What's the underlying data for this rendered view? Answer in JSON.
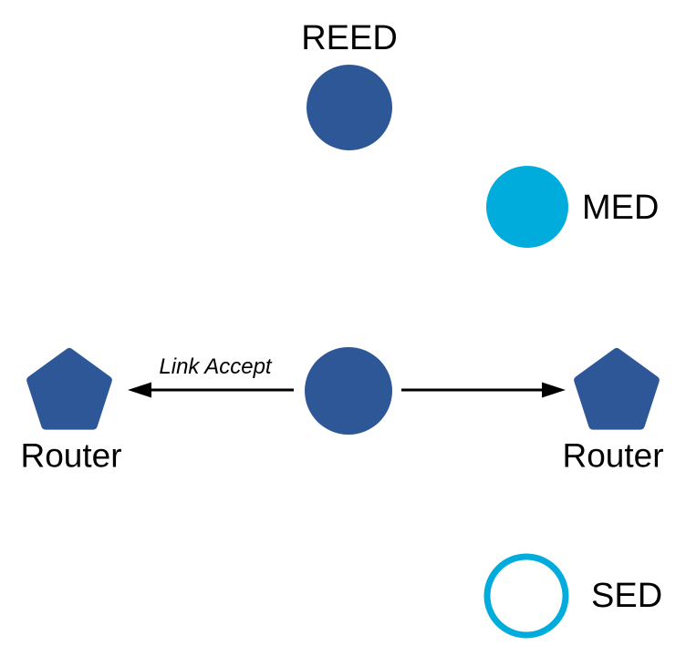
{
  "diagram": {
    "description": "Thread network device-role topology diagram",
    "nodes": [
      {
        "id": "reed",
        "label": "REED",
        "shape": "circle",
        "style": "filled-blue"
      },
      {
        "id": "med",
        "label": "MED",
        "shape": "circle",
        "style": "filled-cyan"
      },
      {
        "id": "center",
        "label": "",
        "shape": "circle",
        "style": "filled-blue"
      },
      {
        "id": "router-left",
        "label": "Router",
        "shape": "pentagon",
        "style": "filled-blue"
      },
      {
        "id": "router-right",
        "label": "Router",
        "shape": "pentagon",
        "style": "filled-blue"
      },
      {
        "id": "sed",
        "label": "SED",
        "shape": "circle",
        "style": "outline-cyan"
      }
    ],
    "edges": [
      {
        "from": "center",
        "to": "router-left",
        "label": "Link Accept",
        "arrow": "left"
      },
      {
        "from": "center",
        "to": "router-right",
        "label": "",
        "arrow": "right"
      }
    ]
  },
  "colors": {
    "node-blue": "#2D5796",
    "node-cyan": "#00ACDC",
    "arrow-black": "#000000",
    "text-black": "#000000",
    "canvas-bg": "#FFFFFF"
  }
}
